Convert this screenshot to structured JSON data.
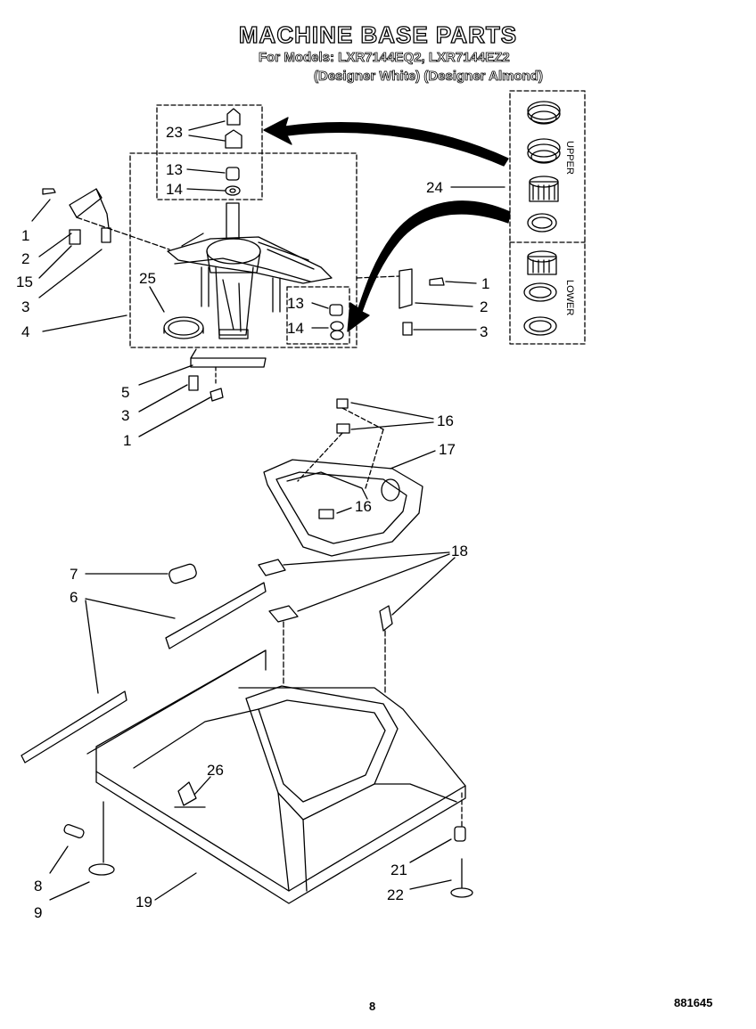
{
  "header": {
    "title": "MACHINE BASE PARTS",
    "models": "For Models: LXR7144EQ2, LXR7144EZ2",
    "finish": "(Designer White) (Designer Almond)"
  },
  "callouts": [
    "1",
    "2",
    "15",
    "3",
    "4",
    "23",
    "13",
    "14",
    "25",
    "24",
    "1",
    "2",
    "3",
    "13",
    "14",
    "5",
    "3",
    "1",
    "16",
    "17",
    "16",
    "18",
    "7",
    "6",
    "26",
    "8",
    "9",
    "19",
    "21",
    "22"
  ],
  "legend": {
    "upper": "UPPER",
    "lower": "LOWER"
  },
  "footer": {
    "page": "8",
    "code": "881645"
  }
}
